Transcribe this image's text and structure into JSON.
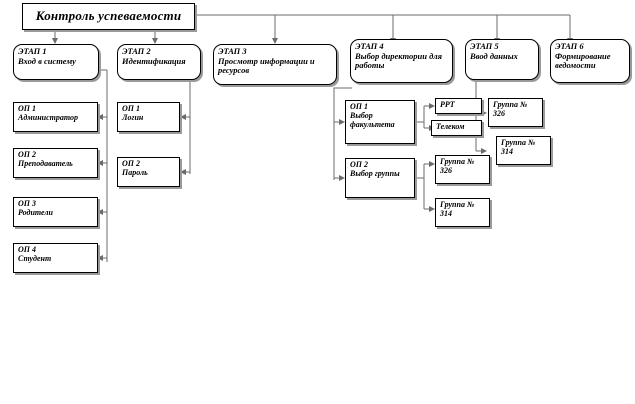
{
  "diagram": {
    "type": "flowchart",
    "title_box": {
      "label": "Контроль успеваемости"
    },
    "stages": [
      {
        "id": "stage-1",
        "code": "ЭТАП 1",
        "name": "Вход в систему"
      },
      {
        "id": "stage-2",
        "code": "ЭТАП 2",
        "name": "Идентификация"
      },
      {
        "id": "stage-3",
        "code": "ЭТАП 3",
        "name": "Просмотр информации и ресурсов"
      },
      {
        "id": "stage-4",
        "code": "ЭТАП 4",
        "name": "Выбор директории для работы"
      },
      {
        "id": "stage-5",
        "code": "ЭТАП 5",
        "name": "Ввод данных"
      },
      {
        "id": "stage-6",
        "code": "ЭТАП 6",
        "name": "Формирование ведомости"
      }
    ],
    "stage1_operations": [
      {
        "code": "ОП 1",
        "name": "Администратор"
      },
      {
        "code": "ОП 2",
        "name": "Преподаватель"
      },
      {
        "code": "ОП 3",
        "name": "Родители"
      },
      {
        "code": "ОП 4",
        "name": "Студент"
      }
    ],
    "stage2_operations": [
      {
        "code": "ОП 1",
        "name": "Логин"
      },
      {
        "code": "ОП 2",
        "name": "Пароль"
      }
    ],
    "stage4_operations": [
      {
        "code": "ОП 1",
        "name": "Выбор факультета"
      },
      {
        "code": "ОП 2",
        "name": "Выбор группы"
      }
    ],
    "stage4_faculties": [
      {
        "name": "РРТ"
      },
      {
        "name": "Телеком"
      }
    ],
    "stage4_groups": [
      {
        "l1": "Группа №",
        "l2": "326"
      },
      {
        "l1": "Группа №",
        "l2": "314"
      }
    ],
    "stage5_groups": [
      {
        "l1": "Группа №",
        "l2": "326"
      },
      {
        "l1": "Группа №",
        "l2": "314"
      }
    ],
    "colors": {
      "box_border": "#000000",
      "box_fill": "#ffffff",
      "shadow": "#9a9a9a",
      "connector": "#6b6b6b",
      "text": "#000000"
    }
  }
}
